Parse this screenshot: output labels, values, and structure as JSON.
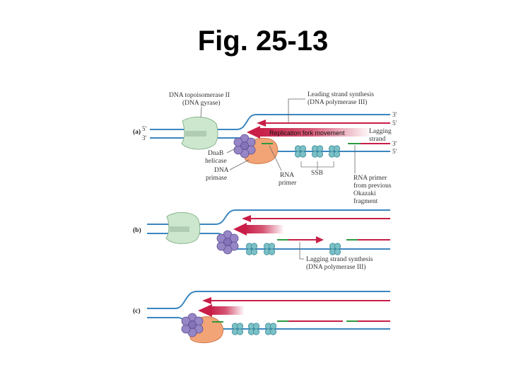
{
  "title": "Fig. 25-13",
  "panels": {
    "a": "(a)",
    "b": "(b)",
    "c": "(c)"
  },
  "labels": {
    "topo_line1": "DNA topoisomerase II",
    "topo_line2": "(DNA gyrase)",
    "leading_line1": "Leading strand synthesis",
    "leading_line2": "(DNA polymerase III)",
    "fork_movement": "Replication fork movement",
    "lagging_line1": "Lagging",
    "lagging_line2": "strand",
    "dnab_line1": "DnaB",
    "dnab_line2": "helicase",
    "primase_line1": "DNA",
    "primase_line2": "primase",
    "rna_primer_line1": "RNA",
    "rna_primer_line2": "primer",
    "ssb": "SSB",
    "prev_line1": "RNA primer",
    "prev_line2": "from previous",
    "prev_line3": "Okazaki",
    "prev_line4": "fragment",
    "lag_syn_line1": "Lagging strand synthesis",
    "lag_syn_line2": "(DNA polymerase III)"
  },
  "strand_ends": {
    "left_top": "5′",
    "left_bottom": "3′",
    "right_1": "3′",
    "right_2": "5′",
    "right_3": "3′",
    "right_4": "5′"
  },
  "colors": {
    "dna": "#3a86c0",
    "new_strand": "#c81e47",
    "primer": "#2e9a3e",
    "gyrase": "#cde7cf",
    "helicase": "#8f7bc0",
    "primase": "#f2a477",
    "ssb": "#7cc0c8"
  }
}
